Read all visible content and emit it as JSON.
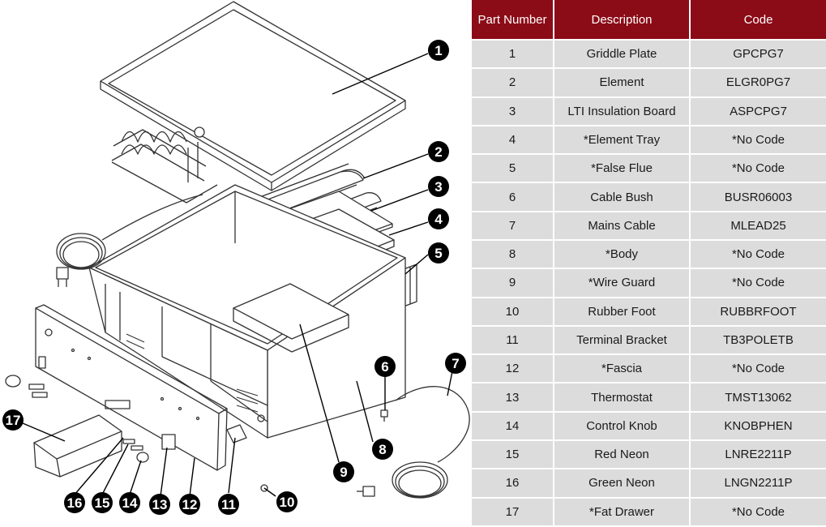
{
  "table": {
    "headers": {
      "part_number": "Part Number",
      "description": "Description",
      "code": "Code"
    },
    "rows": [
      {
        "part": "1",
        "description": "Griddle Plate",
        "code": "GPCPG7"
      },
      {
        "part": "2",
        "description": "Element",
        "code": "ELGR0PG7"
      },
      {
        "part": "3",
        "description": "LTI Insulation Board",
        "code": "ASPCPG7"
      },
      {
        "part": "4",
        "description": "*Element Tray",
        "code": "*No Code"
      },
      {
        "part": "5",
        "description": "*False Flue",
        "code": "*No Code"
      },
      {
        "part": "6",
        "description": "Cable Bush",
        "code": "BUSR06003"
      },
      {
        "part": "7",
        "description": "Mains Cable",
        "code": "MLEAD25"
      },
      {
        "part": "8",
        "description": "*Body",
        "code": "*No Code"
      },
      {
        "part": "9",
        "description": "*Wire Guard",
        "code": "*No Code"
      },
      {
        "part": "10",
        "description": "Rubber Foot",
        "code": "RUBBRFOOT"
      },
      {
        "part": "11",
        "description": "Terminal Bracket",
        "code": "TB3POLETB"
      },
      {
        "part": "12",
        "description": "*Fascia",
        "code": "*No Code"
      },
      {
        "part": "13",
        "description": "Thermostat",
        "code": "TMST13062"
      },
      {
        "part": "14",
        "description": "Control Knob",
        "code": "KNOBPHEN"
      },
      {
        "part": "15",
        "description": "Red Neon",
        "code": "LNRE2211P"
      },
      {
        "part": "16",
        "description": "Green Neon",
        "code": "LNGN2211P"
      },
      {
        "part": "17",
        "description": "*Fat Drawer",
        "code": "*No Code"
      }
    ]
  },
  "diagram": {
    "callouts": {
      "c1": "1",
      "c2": "2",
      "c3": "3",
      "c4": "4",
      "c5": "5",
      "c6": "6",
      "c7": "7",
      "c8": "8",
      "c9": "9",
      "c10": "10",
      "c11": "11",
      "c12": "12",
      "c13": "13",
      "c14": "14",
      "c15": "15",
      "c16": "16",
      "c17": "17"
    }
  },
  "colors": {
    "header_bg": "#8b0b16",
    "row_bg": "#dcdcdc",
    "line": "#333333",
    "callout": "#000000"
  }
}
